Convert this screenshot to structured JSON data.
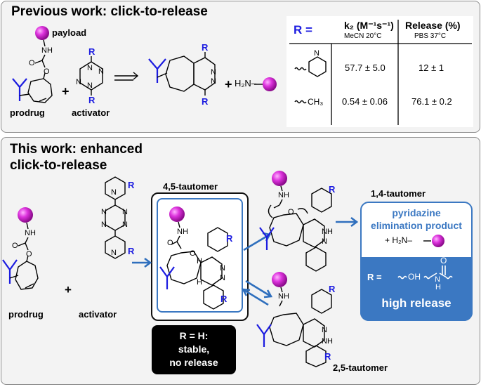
{
  "previous": {
    "title": "Previous work: click-to-release",
    "payload_label": "payload",
    "prodrug_label": "prodrug",
    "activator_label": "activator",
    "amine_label": "H₂N–",
    "R": "R",
    "N": "N",
    "O": "O",
    "NH": "NH"
  },
  "table": {
    "col_r": "R =",
    "col_k2": "k₂ (M⁻¹s⁻¹)",
    "col_k2_cond": "MeCN 20°C",
    "col_release": "Release (%)",
    "col_release_cond": "PBS 37°C",
    "rows": [
      {
        "r": "3-pyridyl",
        "k2": "57.7 ± 5.0",
        "release": "12 ± 1"
      },
      {
        "r": "CH₃",
        "k2": "0.54 ± 0.06",
        "release": "76.1 ± 0.2"
      }
    ],
    "ch3_label": "CH₃"
  },
  "current": {
    "title_line1": "This work: enhanced",
    "title_line2": "click-to-release",
    "prodrug_label": "prodrug",
    "activator_label": "activator",
    "tautomer45": "4,5-tautomer",
    "tautomer14": "1,4-tautomer",
    "tautomer25": "2,5-tautomer",
    "stable_box": [
      "R = H:",
      "stable,",
      "no release"
    ],
    "elimination_product": [
      "pyridazine",
      "elimination product"
    ],
    "plus_amine": "+  H₂N–",
    "r_equals": "R = ",
    "oh_label": "OH",
    "amide_o": "O",
    "amide_nh": "N",
    "amide_h": "H",
    "high_release": "high release",
    "R": "R",
    "N": "N",
    "NH": "NH",
    "O": "O",
    "H": "H"
  },
  "colors": {
    "payload": "#cc22cc",
    "blue_arrow": "#2f6fbd",
    "antibody_blue": "#1c1ce0",
    "release_box": "#3b78c2",
    "stable_box": "#000000"
  }
}
